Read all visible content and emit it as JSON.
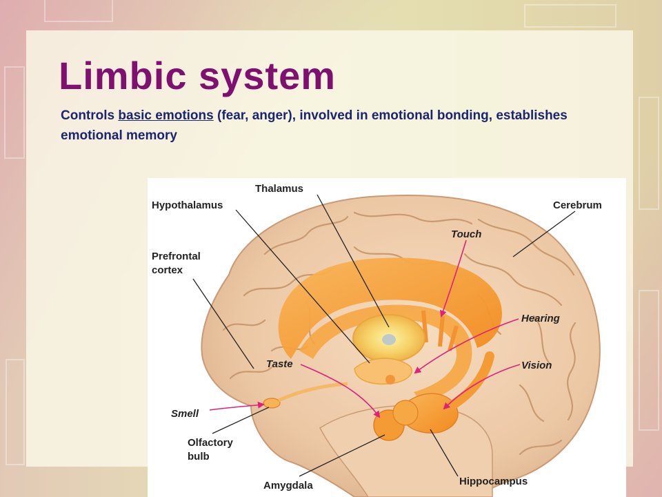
{
  "slide": {
    "title": "Limbic system",
    "subtitle": {
      "prefix": "Controls ",
      "underlined": "basic emotions",
      "suffix": " (fear, anger), involved in emotional bonding, establishes emotional memory"
    }
  },
  "figure": {
    "labels": {
      "thalamus": "Thalamus",
      "hypothalamus": "Hypothalamus",
      "cerebrum": "Cerebrum",
      "touch": "Touch",
      "prefrontal_1": "Prefrontal",
      "prefrontal_2": "cortex",
      "hearing": "Hearing",
      "taste": "Taste",
      "vision": "Vision",
      "smell": "Smell",
      "olfactory_1": "Olfactory",
      "olfactory_2": "bulb",
      "amygdala": "Amygdala",
      "hippocampus": "Hippocampus"
    }
  },
  "colors": {
    "title": "#80106f",
    "subtitle": "#1a2570",
    "arrow": "#e0207a",
    "leader": "#222222",
    "brain": "#ecc7a4",
    "limbic": "#f7a23c"
  }
}
